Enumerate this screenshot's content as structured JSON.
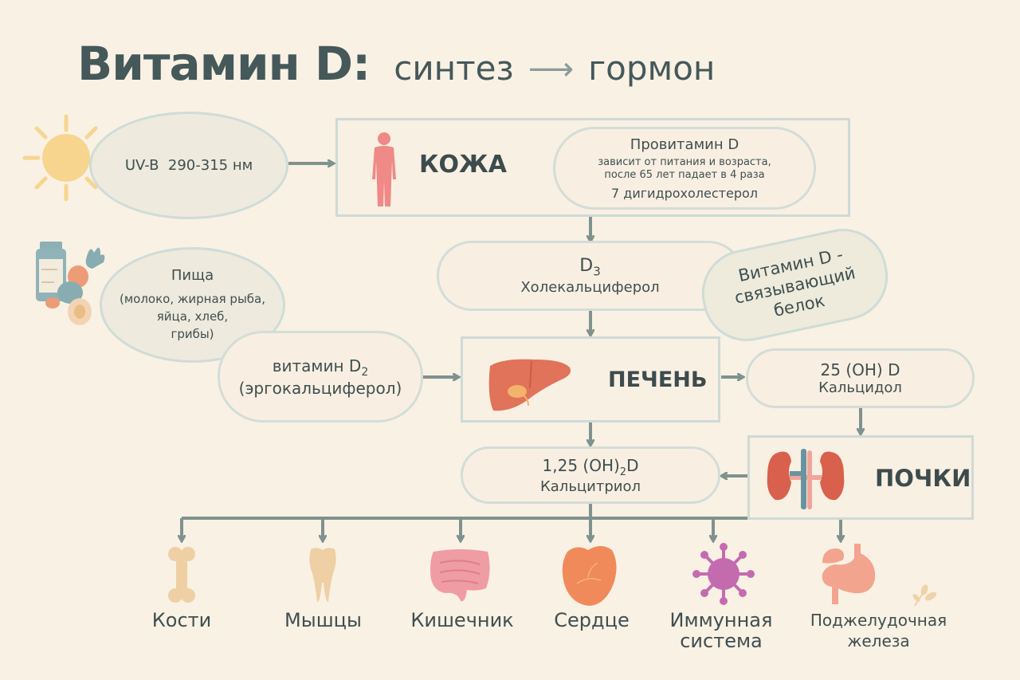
{
  "title": {
    "main": "Витамин D:",
    "left": "синтез",
    "arrow": "⟶",
    "right": "гормон"
  },
  "sources": {
    "sun": {
      "icon": "sun-icon",
      "label": "UV-B  290-315 нм"
    },
    "food": {
      "icon": "food-icon",
      "title": "Пища",
      "lines": [
        "(молоко, жирная рыба,",
        "яйца, хлеб,",
        "грибы)"
      ]
    }
  },
  "skin": {
    "icon": "human-body-icon",
    "label": "КОЖА",
    "provitamin": {
      "title": "Провитамин D",
      "note_line1": "зависит от питания и возраста,",
      "note_line2": "после 65 лет падает в 4 раза",
      "compound": "7 дигидрохолестерол"
    }
  },
  "d3": {
    "title": "D",
    "subscript": "3",
    "name": "Холекальциферол"
  },
  "binding_protein": {
    "lines": [
      "Витамин D -",
      "связывающий",
      "белок"
    ]
  },
  "d2": {
    "title": "витамин D",
    "subscript": "2",
    "name": "(эргокальциферол)"
  },
  "liver": {
    "icon": "liver-icon",
    "label": "ПЕЧЕНЬ"
  },
  "calcidiol": {
    "title": "25 (OH) D",
    "name": "Кальцидол"
  },
  "kidneys": {
    "icon": "kidneys-icon",
    "label": "ПОЧКИ"
  },
  "calcitriol": {
    "title_pre": "1,25 (OH)",
    "subscript": "2",
    "title_post": "D",
    "name": "Кальцитриол"
  },
  "targets": [
    {
      "icon": "bone-icon",
      "lines": [
        "Кости"
      ]
    },
    {
      "icon": "tooth-icon",
      "lines": [
        "Мышцы"
      ]
    },
    {
      "icon": "intestine-icon",
      "lines": [
        "Кишечник"
      ]
    },
    {
      "icon": "heart-icon",
      "lines": [
        "Сердце"
      ]
    },
    {
      "icon": "virus-icon",
      "lines": [
        "Иммунная",
        "система"
      ]
    },
    {
      "icon": "stomach-icon",
      "lines": [
        "Поджелудочная",
        "железа"
      ]
    }
  ],
  "colors": {
    "background": "#f9f1e4",
    "border": "#cfdad6",
    "arrow": "#7f928f",
    "text": "#3f4f50",
    "skin_figure": "#ef8a86",
    "liver": "#e0735a",
    "kidney": "#d9604c",
    "sun": "#f7d590"
  }
}
